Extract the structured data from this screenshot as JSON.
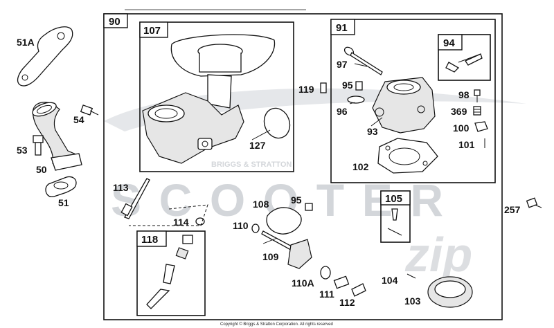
{
  "watermark": {
    "brand_line": "BRIGGS & STRATTON",
    "scooter_text": "SCOOTER",
    "zip_text": "zip"
  },
  "copyright": "Copyright © Briggs & Stratton Corporation. All rights reserved",
  "groups": {
    "g90": "90",
    "g107": "107",
    "g91": "91",
    "g94": "94",
    "g105": "105",
    "g118": "118"
  },
  "labels": {
    "p51A": "51A",
    "p54": "54",
    "p53": "53",
    "p50": "50",
    "p51": "51",
    "p127": "127",
    "p119": "119",
    "p97": "97",
    "p95a": "95",
    "p96": "96",
    "p93": "93",
    "p98": "98",
    "p369": "369",
    "p100": "100",
    "p101": "101",
    "p102": "102",
    "p113": "113",
    "p114": "114",
    "p108": "108",
    "p95b": "95",
    "p110": "110",
    "p109": "109",
    "p110A": "110A",
    "p111": "111",
    "p112": "112",
    "p104": "104",
    "p103": "103",
    "p257": "257"
  }
}
